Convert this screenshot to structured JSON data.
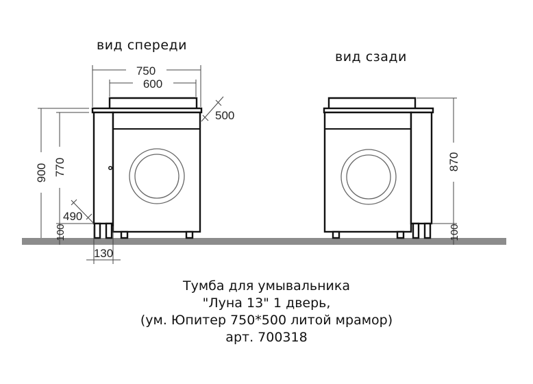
{
  "views": {
    "front": {
      "title": "вид спереди",
      "dimensions": {
        "overall_width": "750",
        "sink_width": "600",
        "depth": "500",
        "total_height": "900",
        "cabinet_height": "770",
        "leg_height": "100",
        "cabinet_depth": "490",
        "cabinet_width": "130"
      }
    },
    "rear": {
      "title": "вид сзади",
      "dimensions": {
        "height": "870",
        "leg_height": "100"
      }
    }
  },
  "caption": {
    "line1": "Тумба для умывальника",
    "line2": "\"Луна 13\" 1 дверь,",
    "line3": "(ум. Юпитер 750*500 литой мрамор)",
    "line4": "арт. 700318"
  },
  "colors": {
    "floor": "#8c8c8c",
    "outline": "#111111",
    "dimension": "#444444"
  }
}
